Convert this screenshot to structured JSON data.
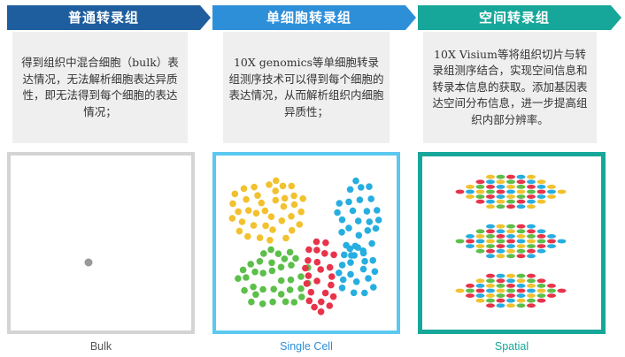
{
  "columns": [
    {
      "id": "bulk",
      "title": "普通转录组",
      "description": "得到组织中混合细胞（bulk）表达情况，无法解析细胞表达异质性，即无法得到每个细胞的表达情况；",
      "caption": "Bulk",
      "banner_color": "#1f5e9e",
      "border_color": "#d4d4d4",
      "caption_color": "#555555"
    },
    {
      "id": "single-cell",
      "title": "单细胞转录组",
      "description": "10X genomics等单细胞转录组测序技术可以得到每个细胞的表达情况，从而解析组织内细胞异质性；",
      "caption": "Single Cell",
      "banner_color": "#2e8fd9",
      "border_color": "#5bc8f0",
      "caption_color": "#2e8fd9"
    },
    {
      "id": "spatial",
      "title": "空间转录组",
      "description": "10X Visium等将组织切片与转录组测序结合，实现空间信息和转录本信息的获取。添加基因表达空间分布信息，进一步提高组织内部分辨率。",
      "caption": "Spatial",
      "banner_color": "#16a79a",
      "border_color": "#16a79a",
      "caption_color": "#16a79a"
    }
  ],
  "colors": {
    "yellow": "#f2c12e",
    "blue": "#27aee0",
    "red": "#e8334a",
    "green": "#5cbf4a",
    "gray": "#999999"
  }
}
